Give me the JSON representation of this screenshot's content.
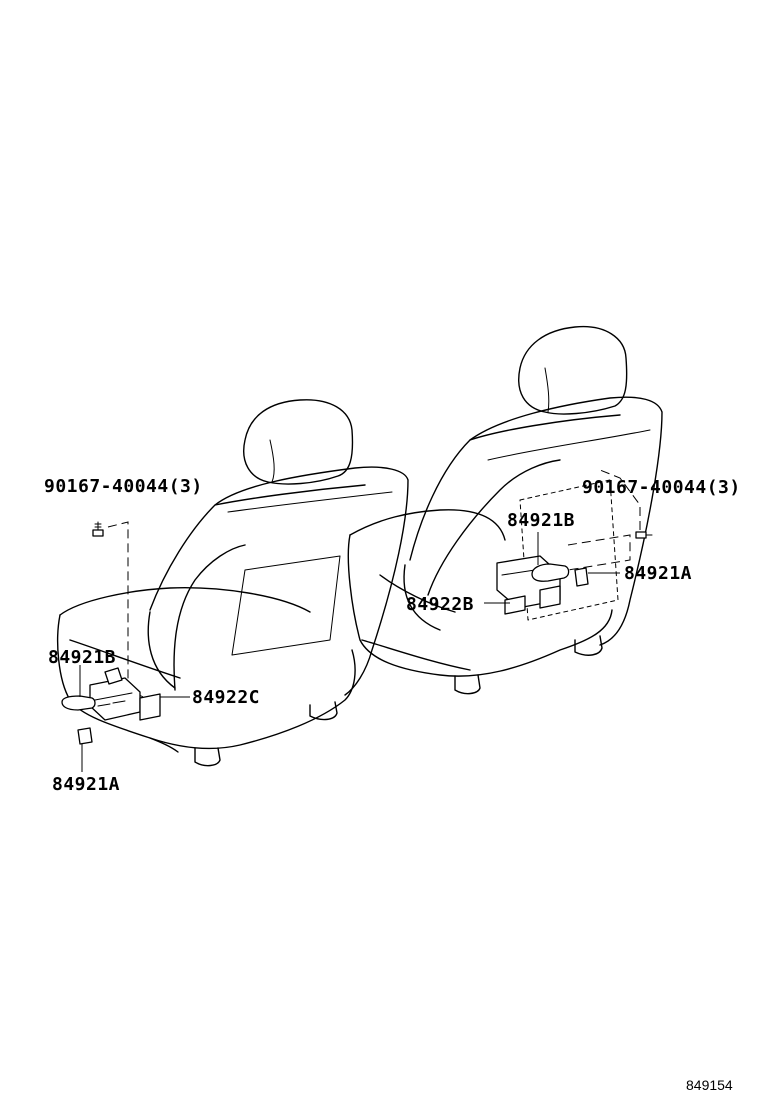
{
  "diagram": {
    "reference_number": "849154",
    "callouts": {
      "screw_left": "90167-40044(3)",
      "screw_right": "90167-40044(3)",
      "cover_b_left": "84921B",
      "cover_b_right": "84921B",
      "cover_a_left": "84921A",
      "cover_a_right": "84921A",
      "switch_c": "84922C",
      "switch_b": "84922B"
    }
  }
}
